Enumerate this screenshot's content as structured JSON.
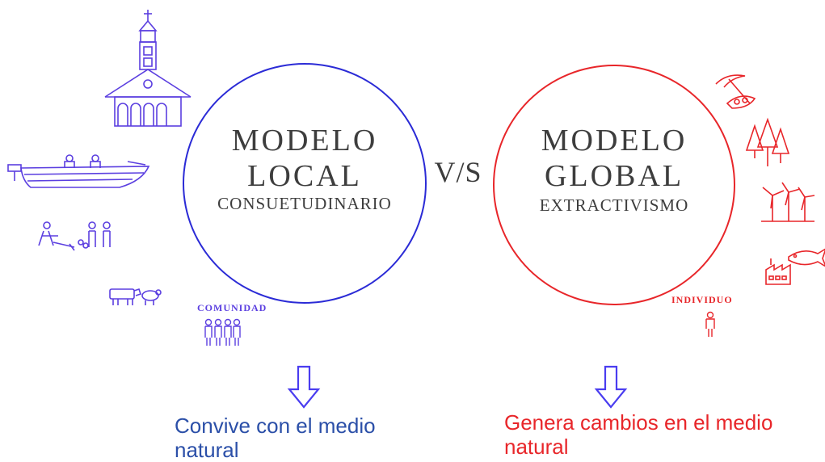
{
  "left_model": {
    "title_line1": "MODELO",
    "title_line2": "LOCAL",
    "subtitle": "CONSUETUDINARIO",
    "color": "#2b2bd6"
  },
  "vs_label": "V/S",
  "right_model": {
    "title_line1": "MODELO",
    "title_line2": "GLOBAL",
    "subtitle": "EXTRACTIVISMO",
    "color": "#e8262a"
  },
  "left_unit_label": "COMUNIDAD",
  "right_unit_label": "INDIVIDUO",
  "left_outcome": {
    "line1": "Convive con el medio",
    "line2": "natural",
    "color": "#2b4fa8"
  },
  "right_outcome": {
    "line1": "Genera cambios en el medio",
    "line2": "natural",
    "color": "#e8262a"
  },
  "left_icons": [
    "church-icon",
    "boat-icon",
    "farmers-plowing-icon",
    "livestock-icon",
    "community-people-icon"
  ],
  "right_icons": [
    "pickaxe-mining-icon",
    "forest-trees-icon",
    "wind-turbines-icon",
    "fish-factory-icon",
    "individual-person-icon"
  ],
  "arrow_color": "#4a3df0"
}
